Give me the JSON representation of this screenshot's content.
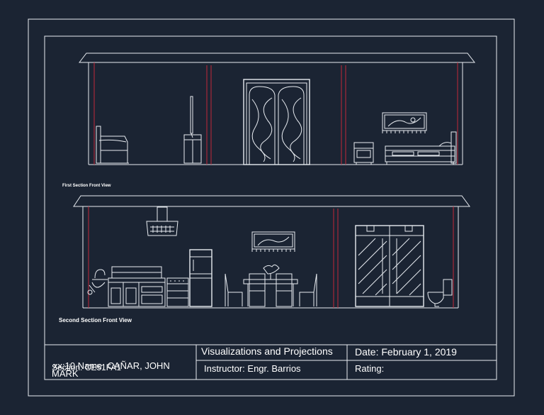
{
  "drawing": {
    "section1_label": "First Section Front View",
    "section2_label": "Second Section Front View"
  },
  "title_block": {
    "name_line1": "xx:10 Name: CAÑAR, JOHN",
    "name_line2": "MARK",
    "section_text": "Section: CE51FA1",
    "title": "Visualizations and Projections",
    "instructor": "Instructor: Engr. Barrios",
    "date": "Date: February 1, 2019",
    "rating": "Rating:"
  },
  "colors": {
    "background": "#1b2433",
    "linework": "#e8ecf1",
    "accent_red": "#c0283a"
  }
}
